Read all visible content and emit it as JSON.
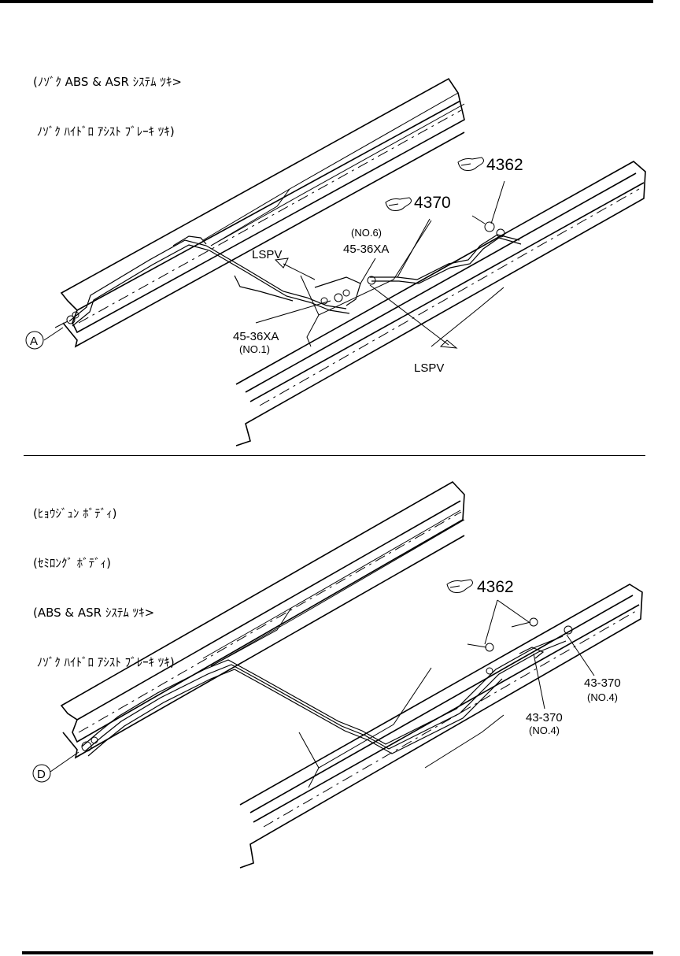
{
  "top": {
    "conditions": [
      "(ﾉｿﾞｸ ABS & ASR ｼｽﾃﾑ ﾂｷ>",
      " ﾉｿﾞｸ ﾊｲﾄﾞﾛ ｱｼｽﾄ ﾌﾞﾚｰｷ ﾂｷ)"
    ],
    "refs": [
      "4362",
      "4370"
    ],
    "labels": {
      "lspv_left": "LSPV",
      "lspv_right": "LSPV",
      "no6": "(NO.6)",
      "part_upper": "45-36XA",
      "part_lower": "45-36XA",
      "no1": "(NO.1)",
      "callout": "A"
    }
  },
  "bottom": {
    "conditions": [
      "(ﾋｮｳｼﾞｭﾝ ﾎﾞﾃﾞｨ)",
      "(ｾﾐﾛﾝｸﾞ ﾎﾞﾃﾞｨ)",
      "(ABS & ASR ｼｽﾃﾑ ﾂｷ>",
      " ﾉｿﾞｸ ﾊｲﾄﾞﾛ ｱｼｽﾄ ﾌﾞﾚｰｷ ﾂｷ)"
    ],
    "refs": [
      "4362"
    ],
    "labels": {
      "part_right": "43-370",
      "no4_right": "(NO.4)",
      "part_mid": "43-370",
      "no4_mid": "(NO.4)",
      "callout": "D"
    }
  }
}
